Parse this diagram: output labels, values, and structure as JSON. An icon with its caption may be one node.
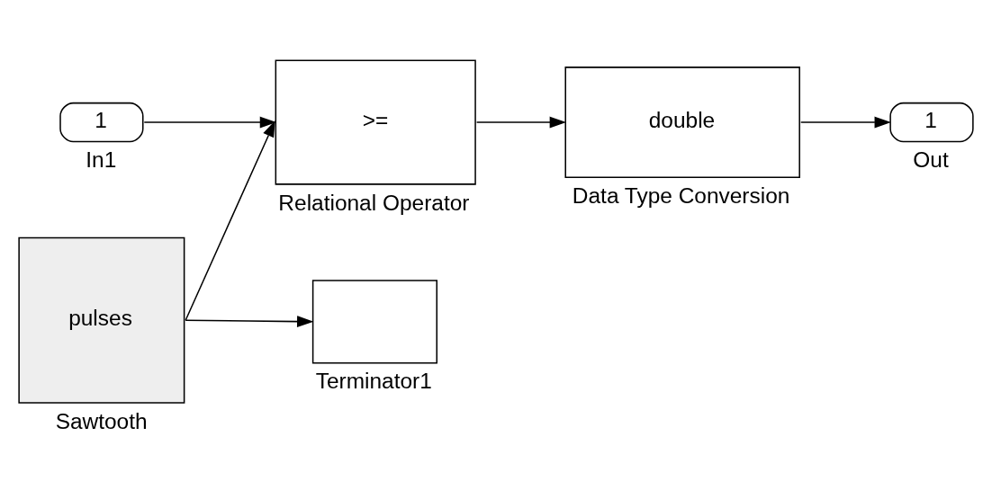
{
  "diagram": {
    "nodes": [
      {
        "text": [
          "1"
        ],
        "beside": [
          "In1"
        ]
      },
      {
        "text": [
          ">="
        ],
        "beside": [
          "Relational Operator"
        ]
      },
      {
        "text": [
          "double"
        ],
        "beside": [
          "Data Type Conversion"
        ]
      },
      {
        "text": [
          "1"
        ],
        "beside": [
          "Out"
        ]
      },
      {
        "text": [
          "pulses"
        ],
        "beside": [
          "Sawtooth"
        ]
      },
      {
        "text": [],
        "shape": "box",
        "beside": [
          "Terminator1"
        ]
      }
    ],
    "edges": [
      {
        "from": 0,
        "to": 1,
        "arrow": "to"
      },
      {
        "from": 4,
        "to": 1,
        "arrow": "to"
      },
      {
        "from": 4,
        "to": 5,
        "arrow": "to"
      },
      {
        "from": 1,
        "to": 2,
        "arrow": "to"
      },
      {
        "from": 2,
        "to": 3,
        "arrow": "to"
      }
    ]
  }
}
